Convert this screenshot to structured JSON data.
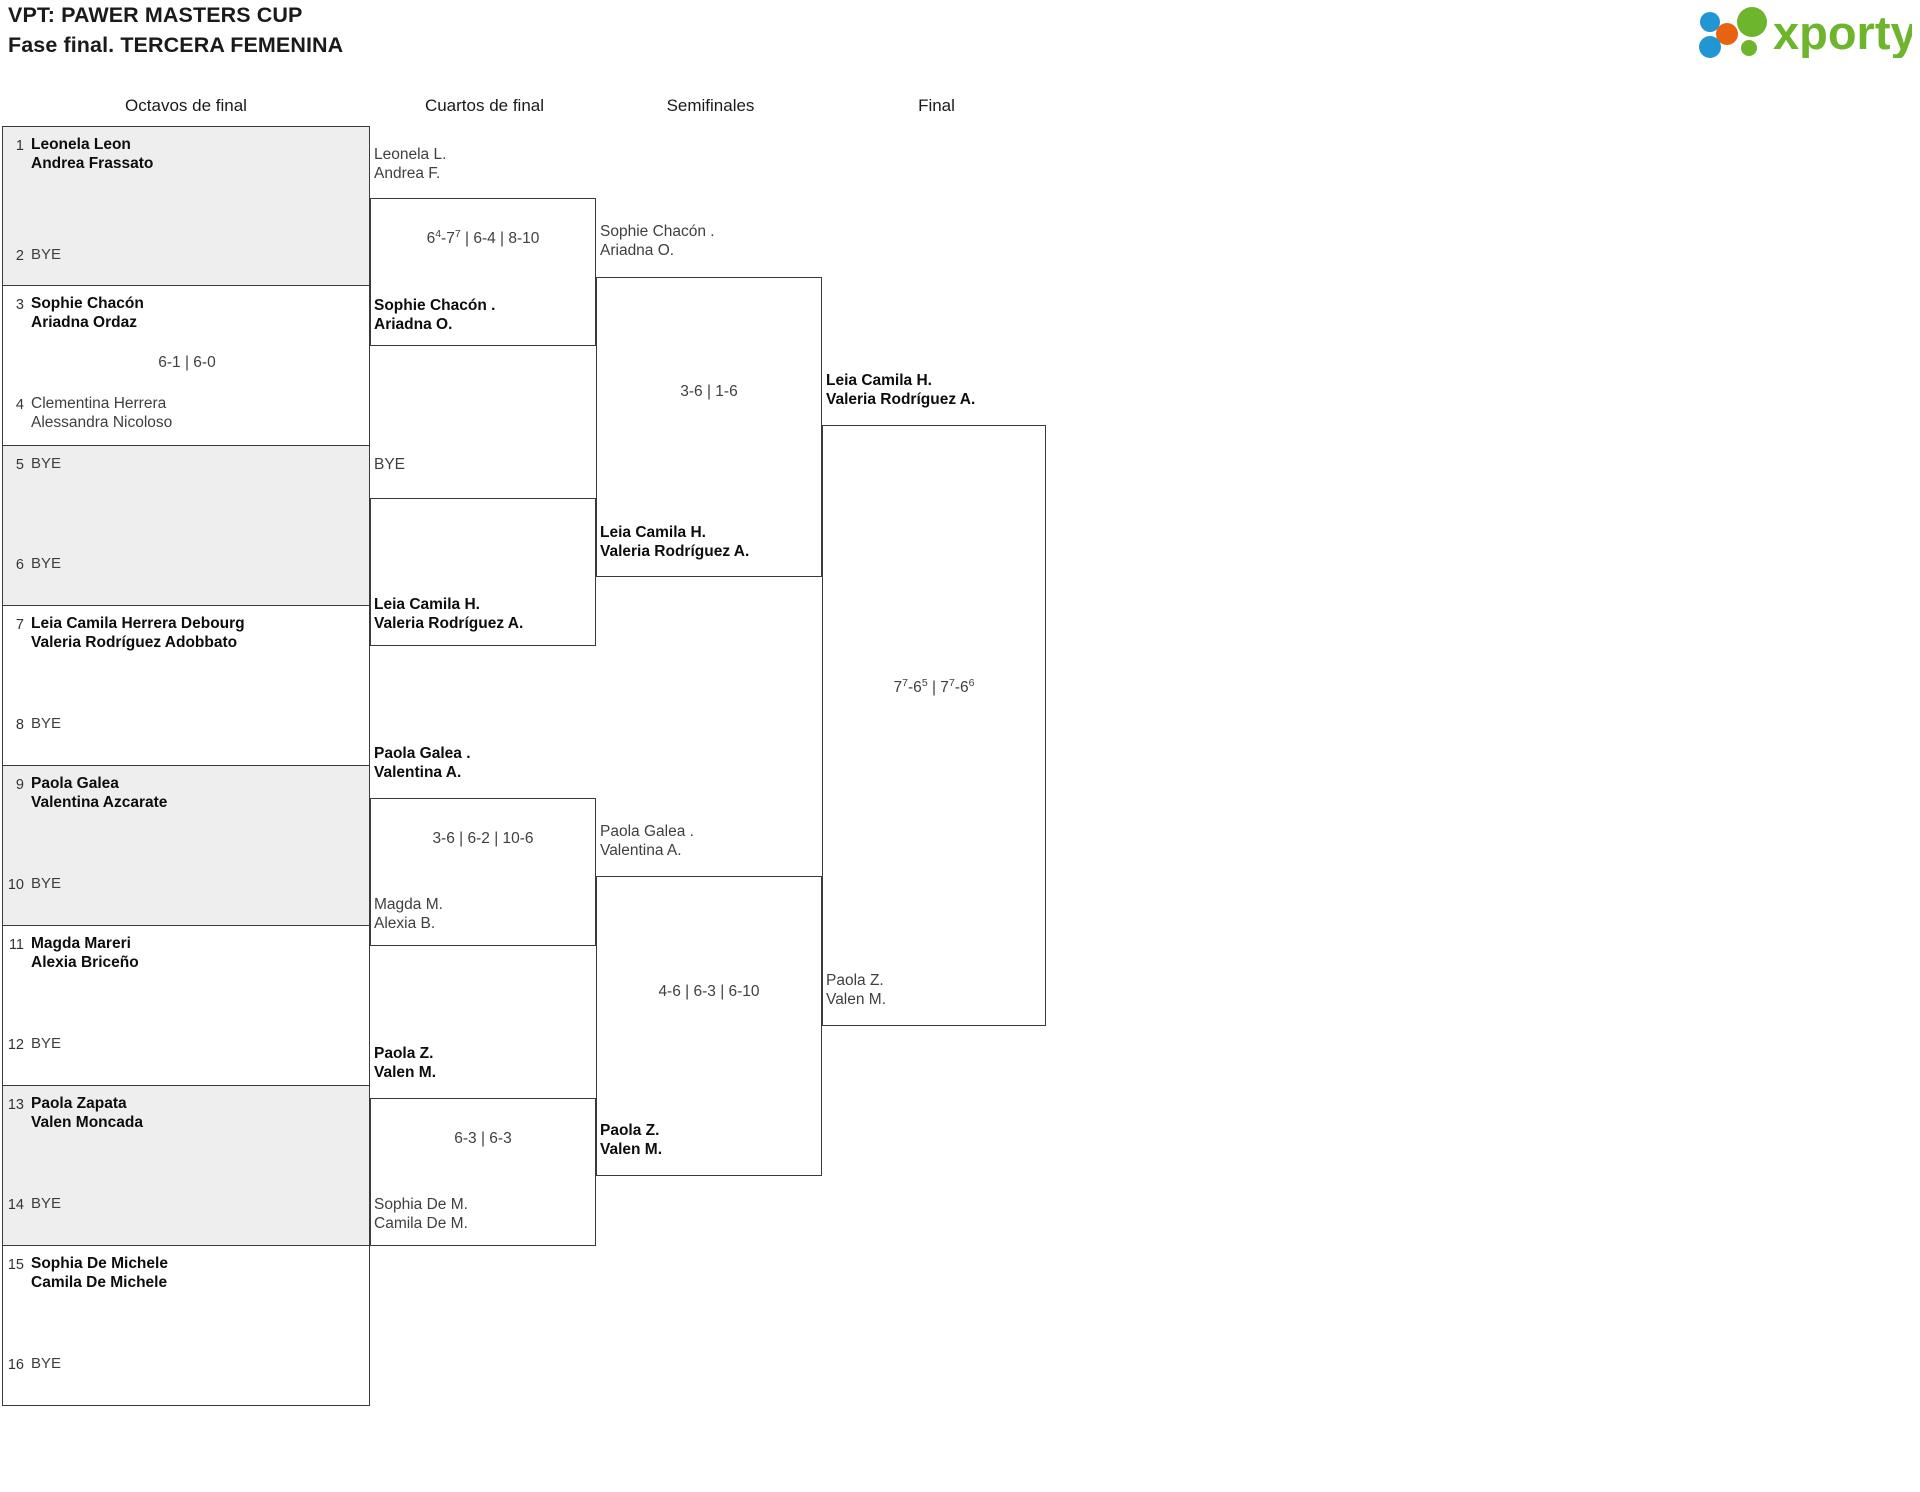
{
  "header": {
    "title_line1": "VPT: PAWER MASTERS CUP",
    "title_line2": "Fase final. TERCERA FEMENINA",
    "logo_text": "xporty",
    "logo_colors": {
      "green": "#6cb52d",
      "blue": "#2196d3",
      "orange": "#e8630f"
    }
  },
  "rounds": [
    {
      "label": "Octavos de final"
    },
    {
      "label": "Cuartos de final"
    },
    {
      "label": "Semifinales"
    },
    {
      "label": "Final"
    }
  ],
  "round1": {
    "slots": [
      {
        "seed": "1",
        "line1": "Leonela Leon",
        "line2": "Andrea Frassato",
        "status": "win",
        "bye": false
      },
      {
        "seed": "2",
        "line1": "BYE",
        "line2": "",
        "status": "bye",
        "bye": true
      },
      {
        "seed": "3",
        "line1": "Sophie Chacón",
        "line2": "Ariadna Ordaz",
        "status": "win",
        "bye": false
      },
      {
        "seed": "4",
        "line1": "Clementina Herrera",
        "line2": "Alessandra Nicoloso",
        "status": "lose",
        "bye": false
      },
      {
        "seed": "5",
        "line1": "BYE",
        "line2": "",
        "status": "bye",
        "bye": true
      },
      {
        "seed": "6",
        "line1": "BYE",
        "line2": "",
        "status": "bye",
        "bye": true
      },
      {
        "seed": "7",
        "line1": "Leia Camila Herrera Debourg",
        "line2": "Valeria Rodríguez Adobbato",
        "status": "win",
        "bye": false
      },
      {
        "seed": "8",
        "line1": "BYE",
        "line2": "",
        "status": "bye",
        "bye": true
      },
      {
        "seed": "9",
        "line1": "Paola Galea",
        "line2": "Valentina Azcarate",
        "status": "win",
        "bye": false
      },
      {
        "seed": "10",
        "line1": "BYE",
        "line2": "",
        "status": "bye",
        "bye": true
      },
      {
        "seed": "11",
        "line1": "Magda Mareri",
        "line2": "Alexia Briceño",
        "status": "win",
        "bye": false
      },
      {
        "seed": "12",
        "line1": "BYE",
        "line2": "",
        "status": "bye",
        "bye": true
      },
      {
        "seed": "13",
        "line1": "Paola Zapata",
        "line2": "Valen Moncada",
        "status": "win",
        "bye": false
      },
      {
        "seed": "14",
        "line1": "BYE",
        "line2": "",
        "status": "bye",
        "bye": true
      },
      {
        "seed": "15",
        "line1": "Sophia De Michele",
        "line2": "Camila De Michele",
        "status": "win",
        "bye": false
      },
      {
        "seed": "16",
        "line1": "BYE",
        "line2": "",
        "status": "bye",
        "bye": true
      }
    ],
    "match_scores": [
      {
        "score_html": ""
      },
      {
        "score_html": "6-1 | 6-0"
      },
      {
        "score_html": ""
      },
      {
        "score_html": ""
      },
      {
        "score_html": ""
      },
      {
        "score_html": ""
      },
      {
        "score_html": ""
      },
      {
        "score_html": ""
      }
    ]
  },
  "round2": {
    "entrants": [
      {
        "line1": "Leonela L.",
        "line2": "Andrea F.",
        "status": "lose"
      },
      {
        "line1": "Sophie Chacón .",
        "line2": "Ariadna O.",
        "status": "win"
      },
      {
        "line1": "BYE",
        "line2": "",
        "status": "lose"
      },
      {
        "line1": "Leia Camila H.",
        "line2": "Valeria Rodríguez A.",
        "status": "win"
      },
      {
        "line1": "Paola Galea .",
        "line2": "Valentina A.",
        "status": "win"
      },
      {
        "line1": "Magda M.",
        "line2": "Alexia B.",
        "status": "lose"
      },
      {
        "line1": "Paola Z.",
        "line2": "Valen M.",
        "status": "win"
      },
      {
        "line1": "Sophia De M.",
        "line2": "Camila De M.",
        "status": "lose"
      }
    ],
    "match_scores": [
      {
        "score_html": "6<sup>4</sup>-7<sup>7</sup> | 6-4 | 8-10"
      },
      {
        "score_html": ""
      },
      {
        "score_html": "3-6 | 6-2 | 10-6"
      },
      {
        "score_html": "6-3 | 6-3"
      }
    ]
  },
  "round3": {
    "entrants": [
      {
        "line1": "Sophie Chacón .",
        "line2": "Ariadna O.",
        "status": "lose"
      },
      {
        "line1": "Leia Camila H.",
        "line2": "Valeria Rodríguez A.",
        "status": "win"
      },
      {
        "line1": "Paola Galea .",
        "line2": "Valentina A.",
        "status": "lose"
      },
      {
        "line1": "Paola Z.",
        "line2": "Valen M.",
        "status": "win"
      }
    ],
    "match_scores": [
      {
        "score_html": "3-6 | 1-6"
      },
      {
        "score_html": "4-6 | 6-3 | 6-10"
      }
    ]
  },
  "round4": {
    "entrants": [
      {
        "line1": "Leia Camila H.",
        "line2": "Valeria Rodríguez A.",
        "status": "win"
      },
      {
        "line1": "Paola Z.",
        "line2": "Valen M.",
        "status": "lose"
      }
    ],
    "match_scores": [
      {
        "score_html": "7<sup>7</sup>-6<sup>5</sup> | 7<sup>7</sup>-6<sup>6</sup>"
      }
    ]
  }
}
